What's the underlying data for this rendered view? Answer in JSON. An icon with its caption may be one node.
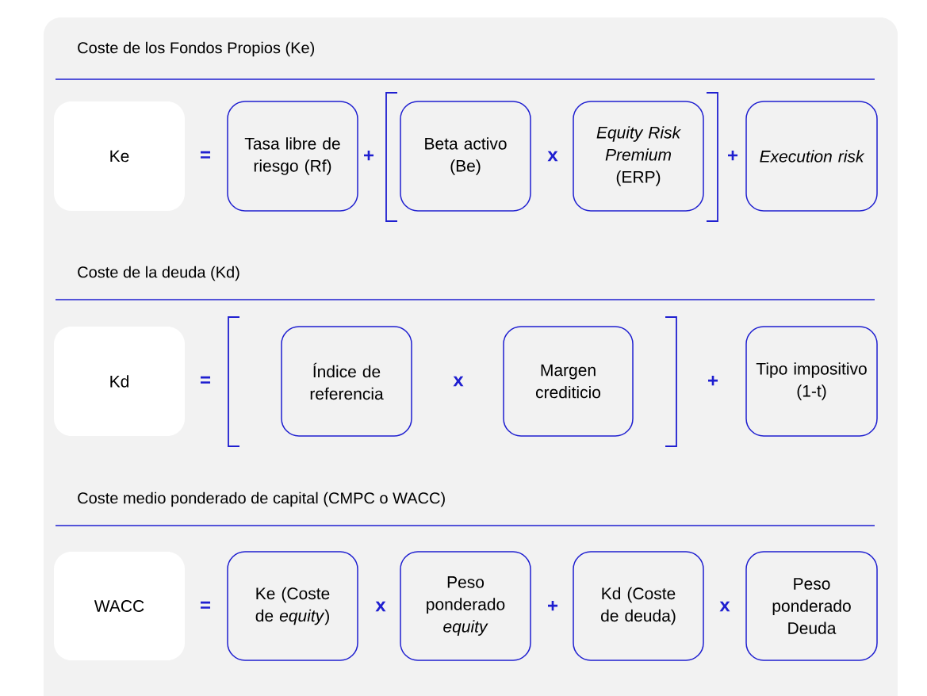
{
  "diagram": {
    "nodes": [
      {
        "text": [
          "Ke"
        ]
      },
      {
        "text": [
          "Tasa libre de riesgo (Rf)"
        ]
      },
      {
        "text": [
          "Beta activo (Be)"
        ]
      },
      {
        "text": [
          "*Equity Risk Premium* (ERP)"
        ]
      },
      {
        "text": [
          "Execution risk"
        ]
      },
      {
        "text": [
          "Kd"
        ]
      },
      {
        "text": [
          "Índice de referencia"
        ]
      },
      {
        "text": [
          "Margen crediticio"
        ]
      },
      {
        "text": [
          "Tipo impositivo (1-t)"
        ]
      },
      {
        "text": [
          "WACC"
        ]
      },
      {
        "text": [
          "Ke (Coste de *equity*)"
        ]
      },
      {
        "text": [
          "Peso ponderado *equity*"
        ]
      },
      {
        "text": [
          "Kd (Coste de deuda)"
        ]
      },
      {
        "text": [
          "Peso ponderado Deuda"
        ]
      }
    ],
    "labels": [
      "Coste de los Fondos Propios (Ke)",
      "=",
      "+",
      "x",
      "+",
      "Coste de la deuda (Kd)",
      "=",
      "x",
      "+",
      "Coste medio ponderado de capital (CMPC o WACC)",
      "=",
      "x",
      "+",
      "x"
    ]
  }
}
